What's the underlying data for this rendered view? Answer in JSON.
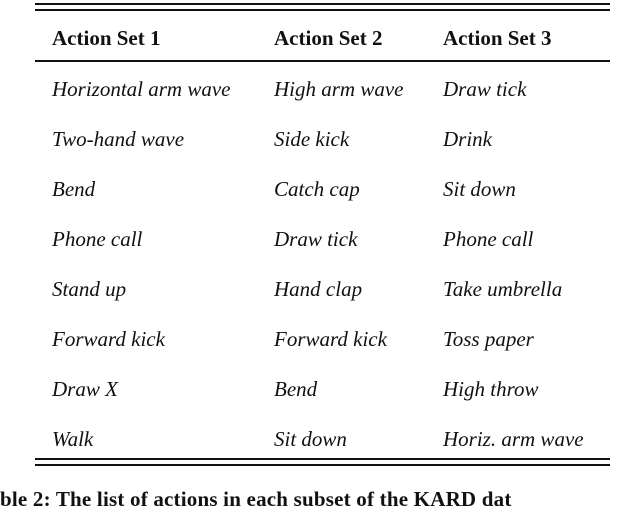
{
  "table": {
    "headers": [
      "Action Set 1",
      "Action Set 2",
      "Action Set 3"
    ],
    "rows": [
      [
        "Horizontal arm wave",
        "High arm wave",
        "Draw tick"
      ],
      [
        "Two-hand wave",
        "Side kick",
        "Drink"
      ],
      [
        "Bend",
        "Catch cap",
        "Sit down"
      ],
      [
        "Phone call",
        "Draw tick",
        "Phone call"
      ],
      [
        "Stand up",
        "Hand clap",
        "Take umbrella"
      ],
      [
        "Forward kick",
        "Forward kick",
        "Toss paper"
      ],
      [
        "Draw X",
        "Bend",
        "High throw"
      ],
      [
        "Walk",
        "Sit down",
        "Horiz. arm wave"
      ]
    ]
  },
  "caption": "ble 2:   The list of actions in each subset of the KARD dat"
}
